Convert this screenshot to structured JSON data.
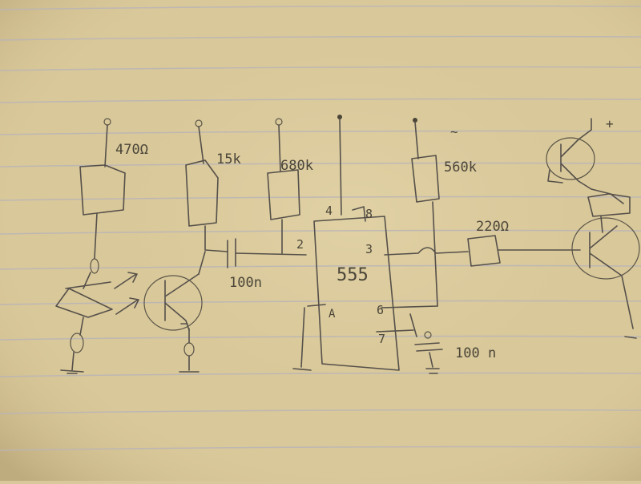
{
  "components": {
    "r1": "470Ω",
    "r2": "15k",
    "r3": "680k",
    "r4": "560k",
    "r5": "220Ω",
    "c1": "100n",
    "c2": "100 n",
    "ic": "555"
  },
  "pins": {
    "p4": "4",
    "p8": "8",
    "p2": "2",
    "p3": "3",
    "p6": "6",
    "p7": "7",
    "p1": "A"
  },
  "marks": {
    "plus": "+",
    "tilde": "~"
  },
  "colors": {
    "paper": "#d9c89a",
    "ruled_line": "#b9b5b8",
    "pencil": "#55504a"
  }
}
